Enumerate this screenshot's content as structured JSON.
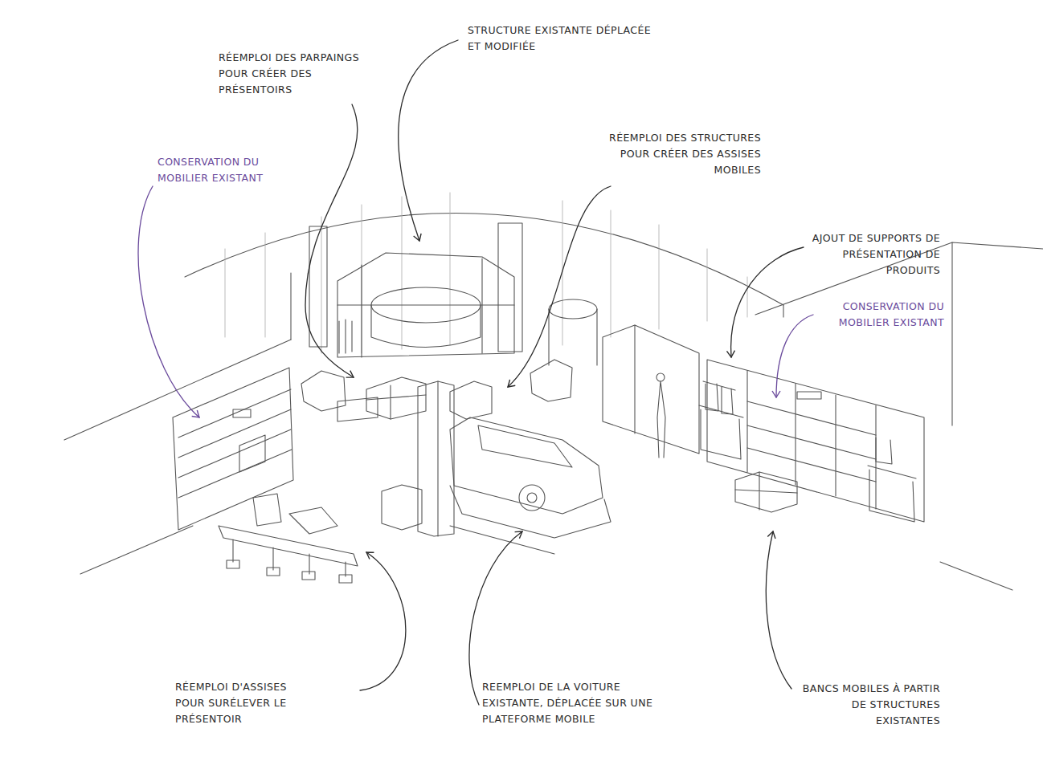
{
  "diagram": {
    "labels": [
      "RÉEMPLOI DES PARPAINGS POUR CRÉER DES PRÉSENTOIRS",
      "STRUCTURE EXISTANTE DÉPLACÉE ET MODIFIÉE",
      "CONSERVATION DU MOBILIER EXISTANT",
      "RÉEMPLOI DES STRUCTURES POUR CRÉER DES ASSISES MOBILES",
      "AJOUT DE SUPPORTS DE PRÉSENTATION DE PRODUITS",
      "CONSERVATION DU MOBILIER EXISTANT",
      "RÉEMPLOI D'ASSISES POUR SURÉLEVER LE PRÉSENTOIR",
      "REEMPLOI DE LA VOITURE EXISTANTE, DÉPLACÉE SUR UNE PLATEFORME MOBILE",
      "BANCS MOBILES À PARTIR DE STRUCTURES EXISTANTES"
    ]
  }
}
